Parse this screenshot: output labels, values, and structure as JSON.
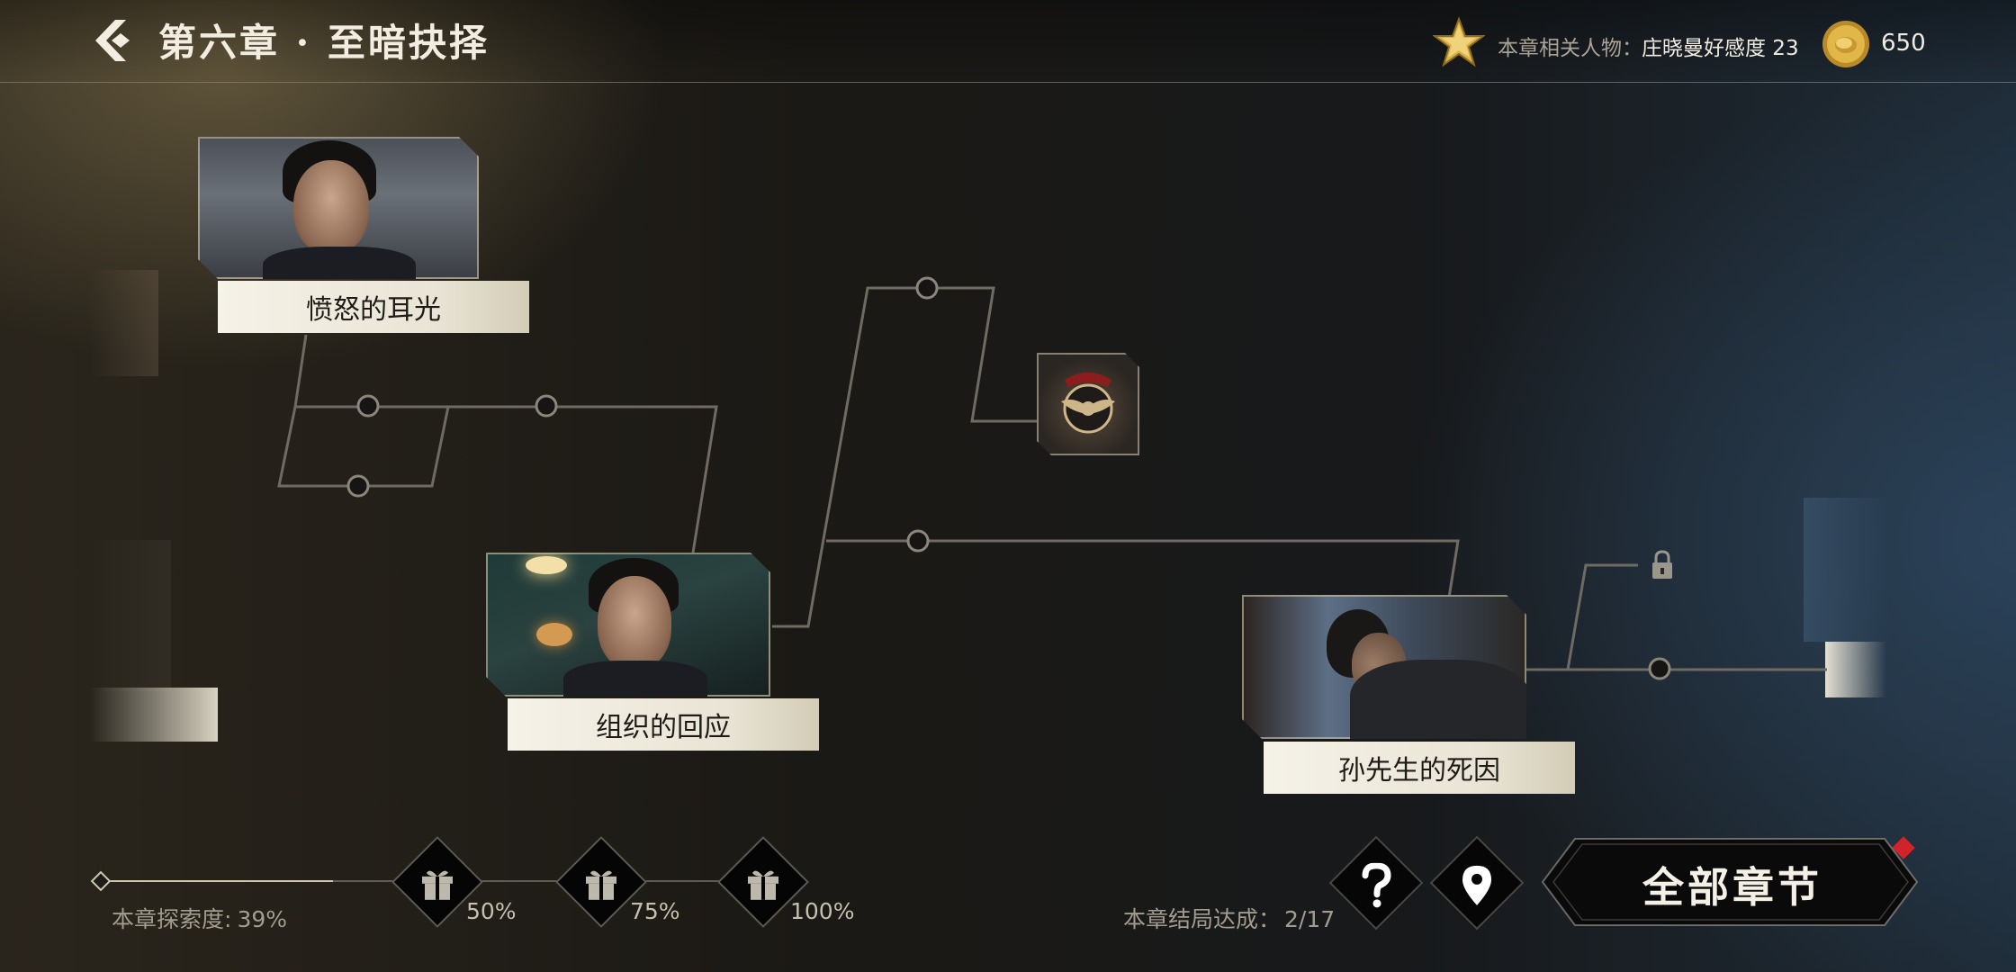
{
  "header": {
    "chapter_title": "第六章 · 至暗抉择",
    "relation_label": "本章相关人物：",
    "relation_value": "庄晓曼好感度 23",
    "coins": "650"
  },
  "nodes": [
    {
      "id": "slap",
      "caption": "愤怒的耳光"
    },
    {
      "id": "response",
      "caption": "组织的回应"
    },
    {
      "id": "death",
      "caption": "孙先生的死因"
    }
  ],
  "progress": {
    "explore_label": "本章探索度:",
    "explore_value": "39%",
    "explore_fraction": 0.39,
    "milestones": [
      "50%",
      "75%",
      "100%"
    ]
  },
  "ending": {
    "label": "本章结局达成：",
    "value": "2/17"
  },
  "buttons": {
    "all_chapters": "全部章节"
  },
  "icons": {
    "back": "back-arrow-icon",
    "star": "star-icon",
    "coin": "coin-icon",
    "gift": "gift-icon",
    "help": "question-icon",
    "map": "location-pin-icon",
    "lock": "lock-icon"
  },
  "colors": {
    "caption_bg": "#ece7d9",
    "accent_gold": "#d4a83a",
    "notification_red": "#d0232a"
  }
}
